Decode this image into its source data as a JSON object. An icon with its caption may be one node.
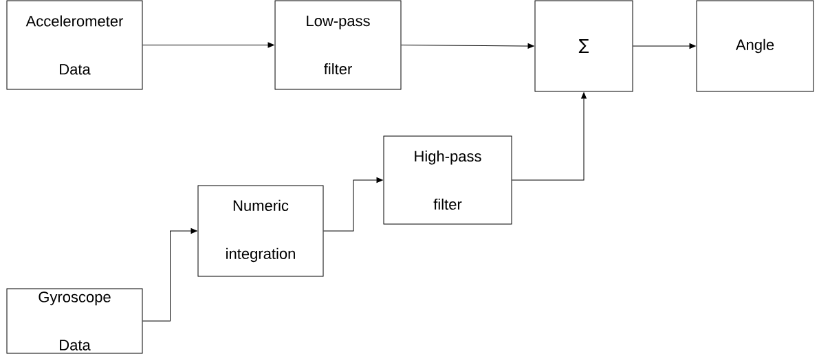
{
  "diagram": {
    "nodes": [
      {
        "text": [
          "Accelerometer Data"
        ]
      },
      {
        "text": [
          "Low-pass filter"
        ]
      },
      {
        "text": [
          "∑"
        ]
      },
      {
        "text": [
          "Angle"
        ]
      },
      {
        "text": [
          "High-pass filter"
        ]
      },
      {
        "text": [
          "Numeric integration"
        ]
      },
      {
        "text": [
          "Gyroscope Data"
        ]
      }
    ],
    "edges": [
      {
        "from": 0,
        "to": 1,
        "arrow": "to"
      },
      {
        "from": 1,
        "to": 2,
        "arrow": "to"
      },
      {
        "from": 2,
        "to": 3,
        "arrow": "to"
      },
      {
        "from": 6,
        "to": 5,
        "arrow": "to"
      },
      {
        "from": 5,
        "to": 4,
        "arrow": "to"
      },
      {
        "from": 4,
        "to": 2,
        "arrow": "to"
      }
    ]
  }
}
